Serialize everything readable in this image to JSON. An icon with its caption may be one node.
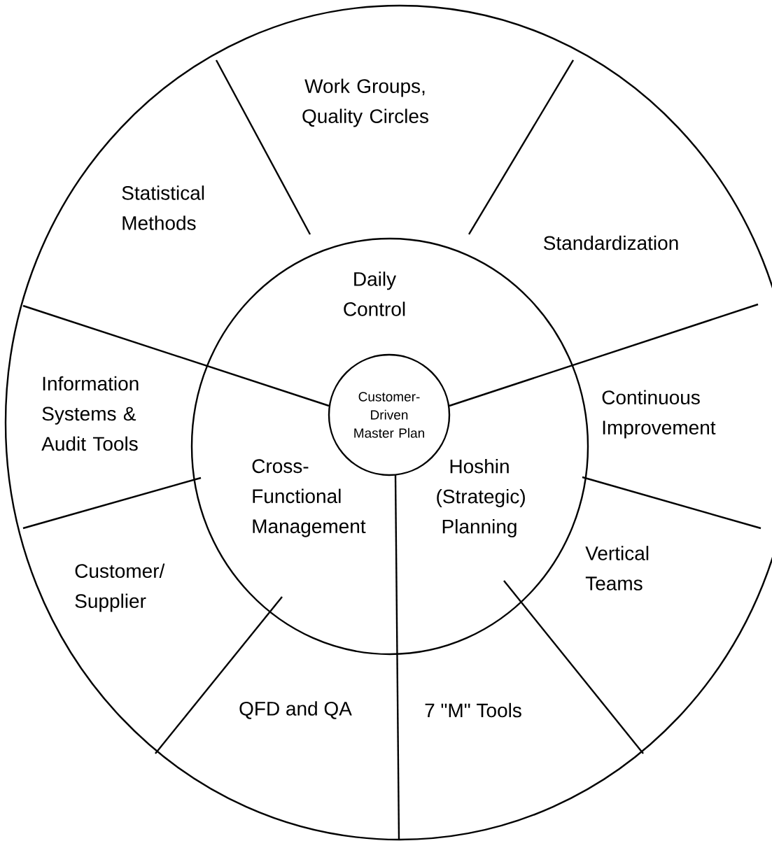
{
  "diagram": {
    "nodes": [
      {
        "text": [
          "Work Groups, Quality Circles"
        ]
      },
      {
        "text": [
          "Statistical Methods"
        ]
      },
      {
        "text": [
          "Standardization"
        ]
      },
      {
        "text": [
          "Daily Control"
        ]
      },
      {
        "text": [
          "Information Systems & Audit Tools"
        ]
      },
      {
        "text": [
          "Customer-Driven Master Plan"
        ]
      },
      {
        "text": [
          "Continuous Improvement"
        ]
      },
      {
        "text": [
          "Cross-Functional Management"
        ]
      },
      {
        "text": [
          "Hoshin (Strategic) Planning"
        ]
      },
      {
        "text": [
          "Customer/ Supplier"
        ]
      },
      {
        "text": [
          "Vertical Teams"
        ]
      },
      {
        "text": [
          "QFD and QA"
        ]
      },
      {
        "text": [
          "7 \"M\" Tools"
        ]
      }
    ]
  }
}
